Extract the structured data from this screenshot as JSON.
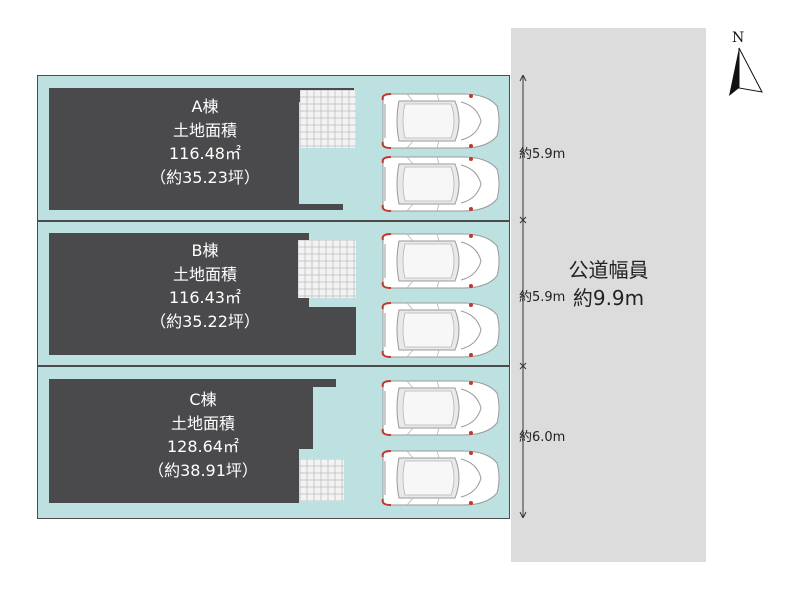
{
  "road": {
    "line1": "公道幅員",
    "line2": "約9.9m"
  },
  "north_label": "N",
  "lots": [
    {
      "name": "A棟",
      "area_label": "土地面積",
      "area_m2": "116.48㎡",
      "area_tsubo": "（約35.23坪）",
      "width": "約5.9m"
    },
    {
      "name": "B棟",
      "area_label": "土地面積",
      "area_m2": "116.43㎡",
      "area_tsubo": "（約35.22坪）",
      "width": "約5.9m"
    },
    {
      "name": "C棟",
      "area_label": "土地面積",
      "area_m2": "128.64㎡",
      "area_tsubo": "（約38.91坪）",
      "width": "約6.0m"
    }
  ],
  "colors": {
    "lot_fill": "#bde0e1",
    "house_fill": "#4a4a4c",
    "road_fill": "#dcdcdc",
    "car_accent": "#c0392b"
  }
}
